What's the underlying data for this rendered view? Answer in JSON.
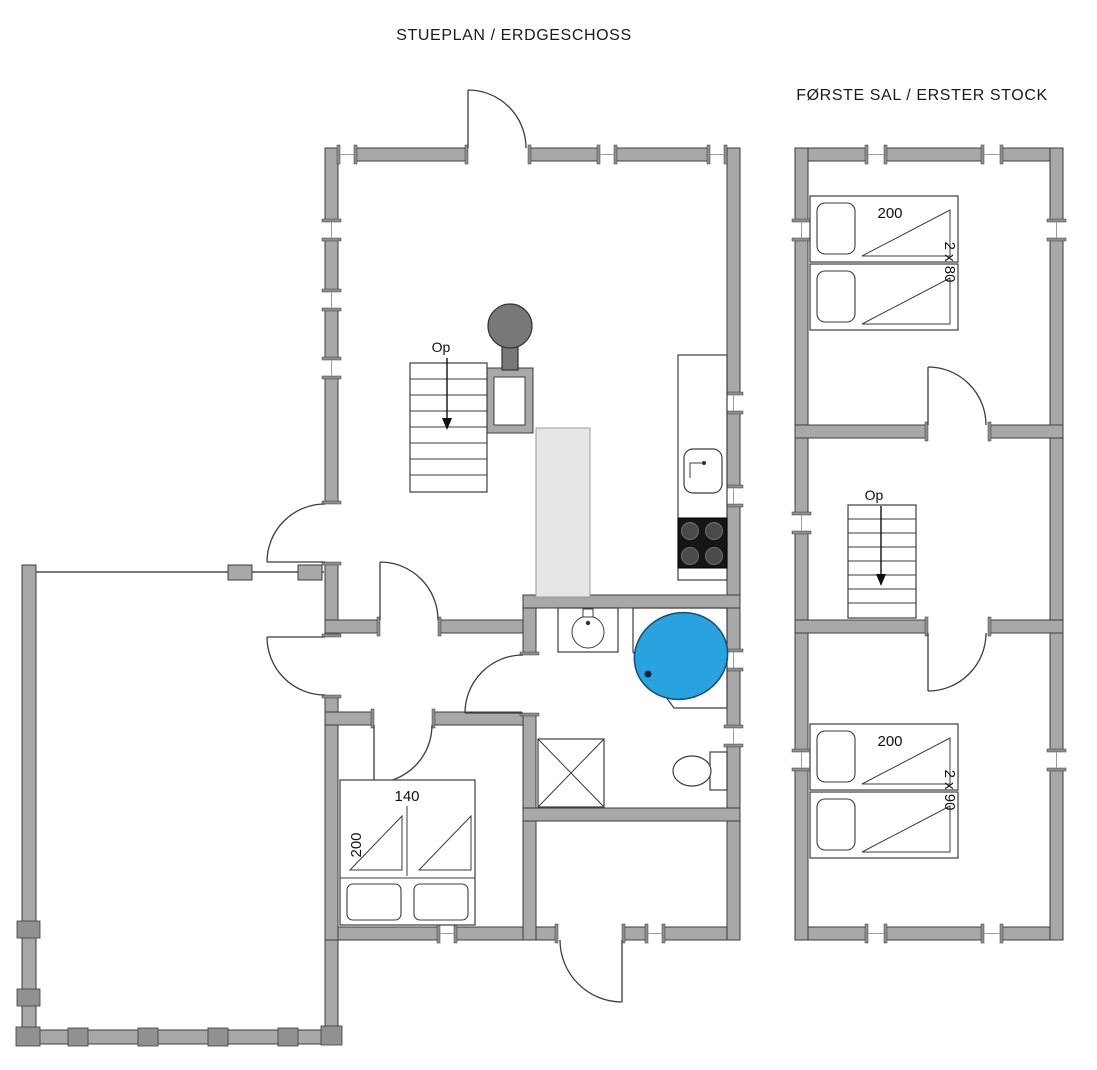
{
  "titles": {
    "ground_floor": "STUEPLAN / ERDGESCHOSS",
    "first_floor": "FØRSTE SAL / ERSTER STOCK"
  },
  "ground_floor": {
    "stairs_label": "Op",
    "bed": {
      "width_label": "140",
      "length_label": "200"
    }
  },
  "first_floor": {
    "stairs_label": "Op",
    "bedroom_top": {
      "length_label": "200",
      "width_label": "2 x 80"
    },
    "bedroom_bottom": {
      "length_label": "200",
      "width_label": "2 x 90"
    }
  },
  "colors": {
    "wall_fill": "#a8a8a8",
    "wall_stroke": "#3c3c3c",
    "bathtub_blue": "#29a3e0",
    "stove_gray": "#787878",
    "cooktop_black": "#151515",
    "cabinet_gray": "#e6e6e6"
  }
}
